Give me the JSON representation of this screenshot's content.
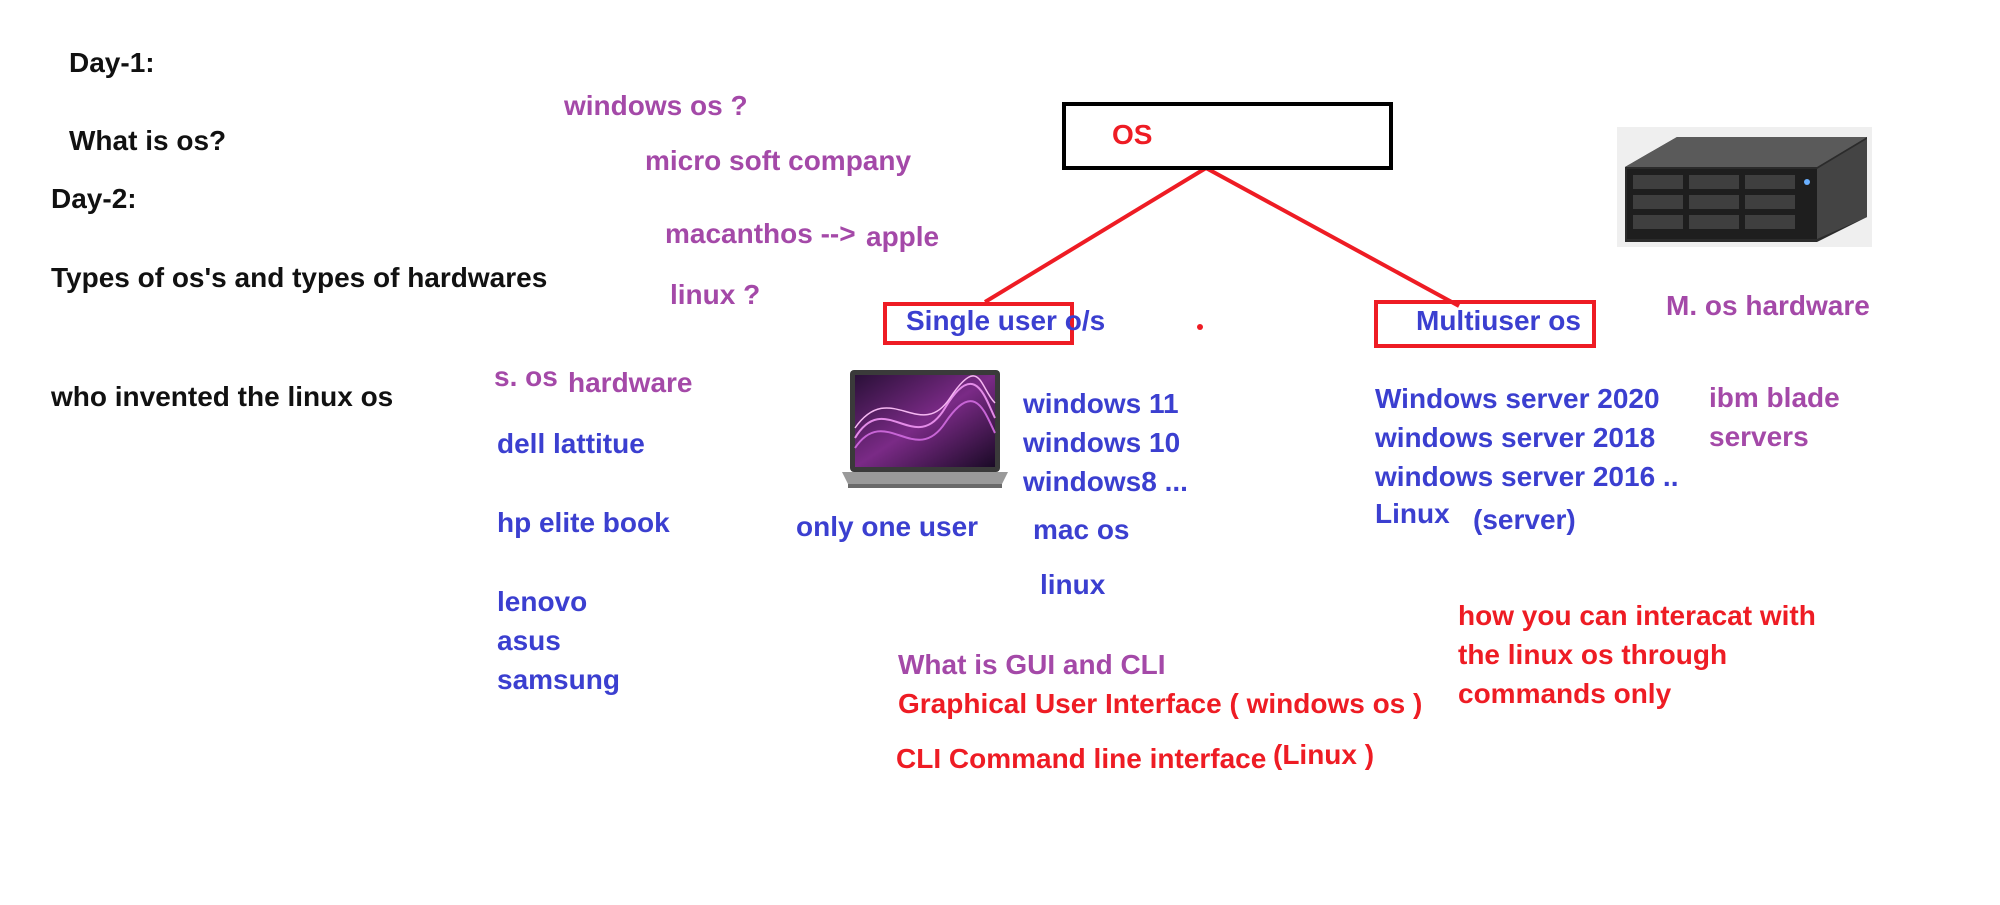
{
  "notes": {
    "day1": "Day-1:",
    "what_is_os": "What is os?",
    "day2": "Day-2:",
    "types": "Types of os's and types of hardwares",
    "who_invented": "who invented the linux os"
  },
  "examples": {
    "windows_os": "windows os ?",
    "microsoft": "micro soft company",
    "macanthos": "macanthos -->",
    "apple": "apple",
    "linux_q": "linux ?"
  },
  "root": {
    "label": "OS"
  },
  "single_user": {
    "label": "Single user o/s",
    "list": [
      "windows 11",
      "windows 10",
      "windows8 ..."
    ],
    "mac": "mac os",
    "linux": "linux",
    "only_one": "only one user"
  },
  "multi_user": {
    "label": "Multiuser os",
    "list": [
      "Windows server 2020",
      "windows server 2018",
      "windows server 2016 .."
    ],
    "linux": "Linux",
    "server": "(server)"
  },
  "hardware": {
    "s_os": "s. os",
    "hardware": "hardware",
    "brands": [
      "dell lattitue",
      "hp elite book",
      "lenovo",
      "asus",
      "samsung"
    ],
    "m_os": "M. os hardware",
    "ibm": [
      "ibm blade",
      "servers"
    ]
  },
  "gui_cli": {
    "title": "What is GUI and CLI",
    "gui": "Graphical User Interface ( windows os )",
    "cli": "CLI Command line interface",
    "cli_linux": "(Linux )"
  },
  "linux_note": [
    "how you can interacat with",
    "the linux os through",
    "commands only"
  ],
  "colors": {
    "black": "#111111",
    "purple": "#a449a8",
    "blue": "#3b3fd0",
    "red": "#ee1c24"
  },
  "icons": [
    "laptop-image",
    "rack-server-image"
  ]
}
